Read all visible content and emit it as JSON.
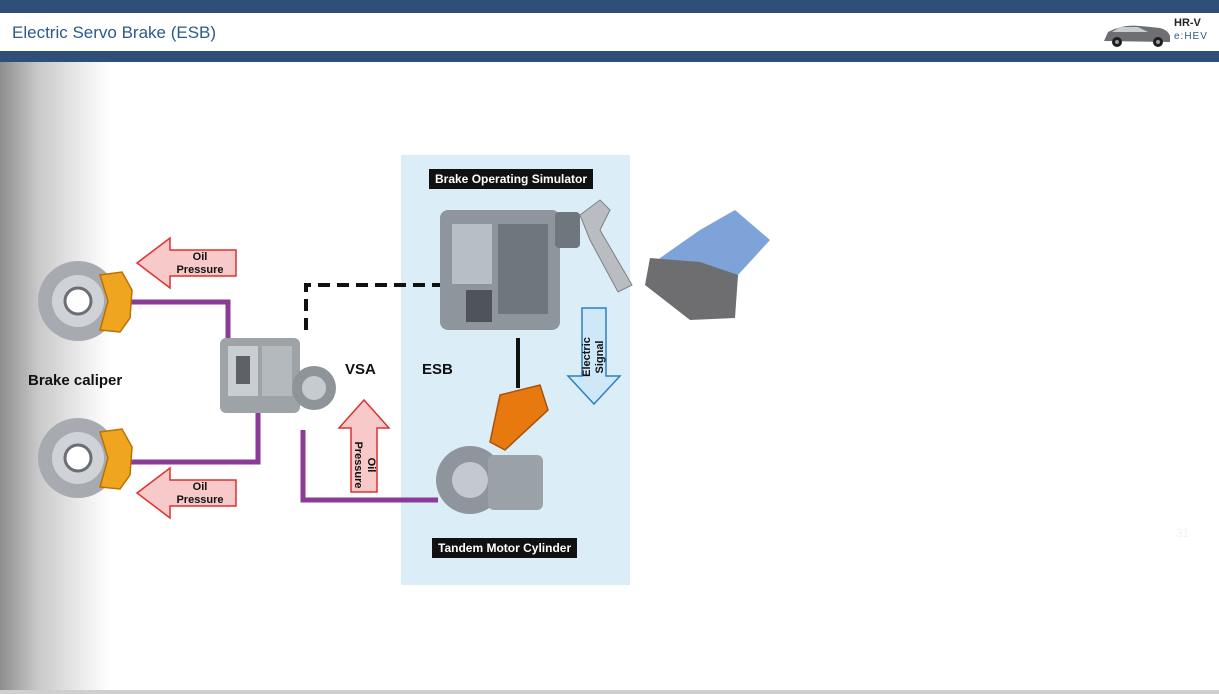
{
  "header": {
    "title": "Electric Servo Brake (ESB)",
    "logo_model": "HR-V",
    "logo_badge": "e:HEV"
  },
  "diagram": {
    "brake_operating_simulator": "Brake Operating Simulator",
    "tandem_motor_cylinder": "Tandem Motor Cylinder",
    "vsa": "VSA",
    "esb": "ESB",
    "brake_caliper": "Brake caliper",
    "oil_pressure_top": "Oil\nPressure",
    "oil_pressure_bottom": "Oil\nPressure",
    "oil_pressure_vertical": "Oil\nPressure",
    "electric_signal": "Electric\nSignal"
  },
  "description": {
    "lines": [
      "",
      "",
      "",
      "",
      ""
    ]
  },
  "page_number": "31",
  "colors": {
    "header_bar": "#2f4f78",
    "title_text": "#2c5a8a",
    "esb_panel": "#dbeef8",
    "hydraulic_line": "#8b3a96",
    "oil_arrow_fill": "#f7c9c9",
    "oil_arrow_stroke": "#e03030",
    "signal_arrow_fill": "#cfe8f8",
    "signal_arrow_stroke": "#2f7fc0",
    "tmc_orange": "#e8790f"
  }
}
